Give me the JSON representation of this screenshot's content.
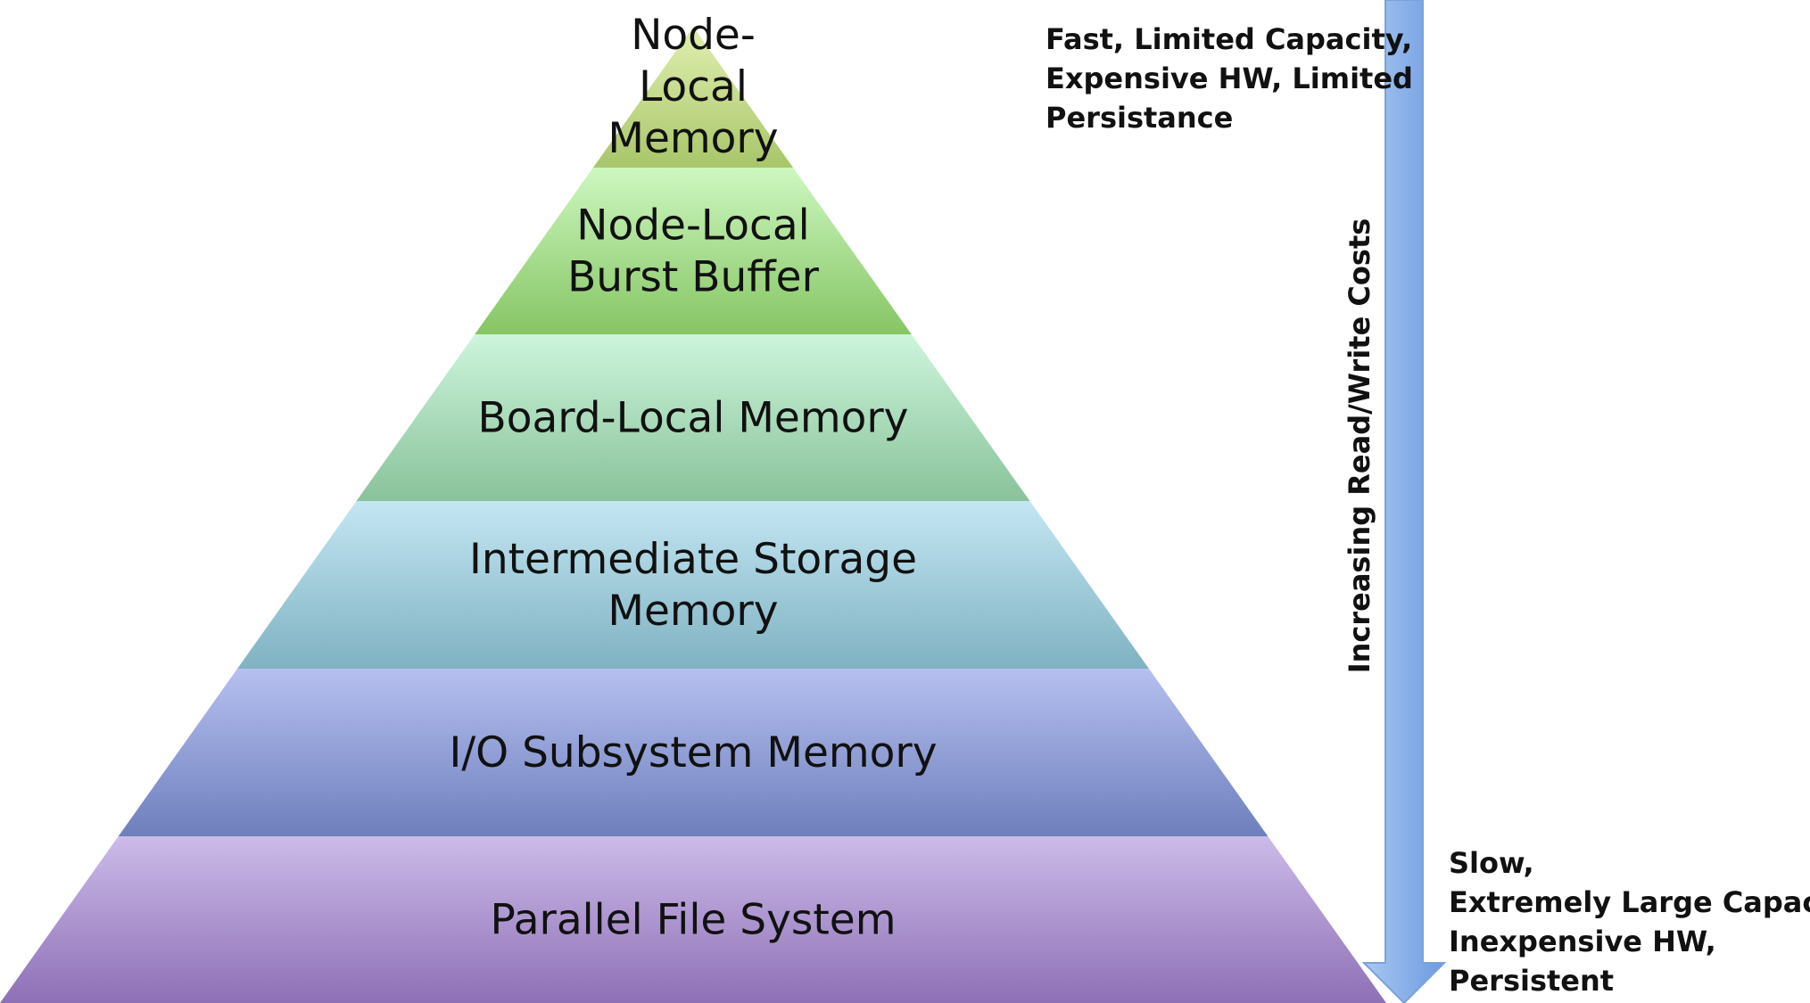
{
  "pyramid": {
    "tiers": [
      {
        "lines": [
          "Node-",
          "Local",
          "Memory"
        ],
        "colors": [
          "#e0efb0",
          "#a9c66a"
        ]
      },
      {
        "lines": [
          "Node-Local",
          "Burst Buffer"
        ],
        "colors": [
          "#cdf7c0",
          "#86c564"
        ]
      },
      {
        "lines": [
          "Board-Local Memory"
        ],
        "colors": [
          "#cdf5dc",
          "#89c29a"
        ]
      },
      {
        "lines": [
          "Intermediate Storage",
          "Memory"
        ],
        "colors": [
          "#c4e6f3",
          "#7fb2c2"
        ]
      },
      {
        "lines": [
          "I/O Subsystem Memory"
        ],
        "colors": [
          "#b6c0f0",
          "#6e7fbd"
        ]
      },
      {
        "lines": [
          "Parallel File System"
        ],
        "colors": [
          "#ccbbe9",
          "#8e70b6"
        ]
      }
    ]
  },
  "arrow": {
    "label": "Increasing Read/Write Costs",
    "colors": [
      "#a9c8f2",
      "#6c9ae0"
    ]
  },
  "notes": {
    "top": [
      "Fast, Limited Capacity,",
      "Expensive HW, Limited",
      "Persistance"
    ],
    "bottom": [
      "Slow,",
      "Extremely Large Capacity,",
      "Inexpensive HW,",
      "Persistent"
    ]
  }
}
